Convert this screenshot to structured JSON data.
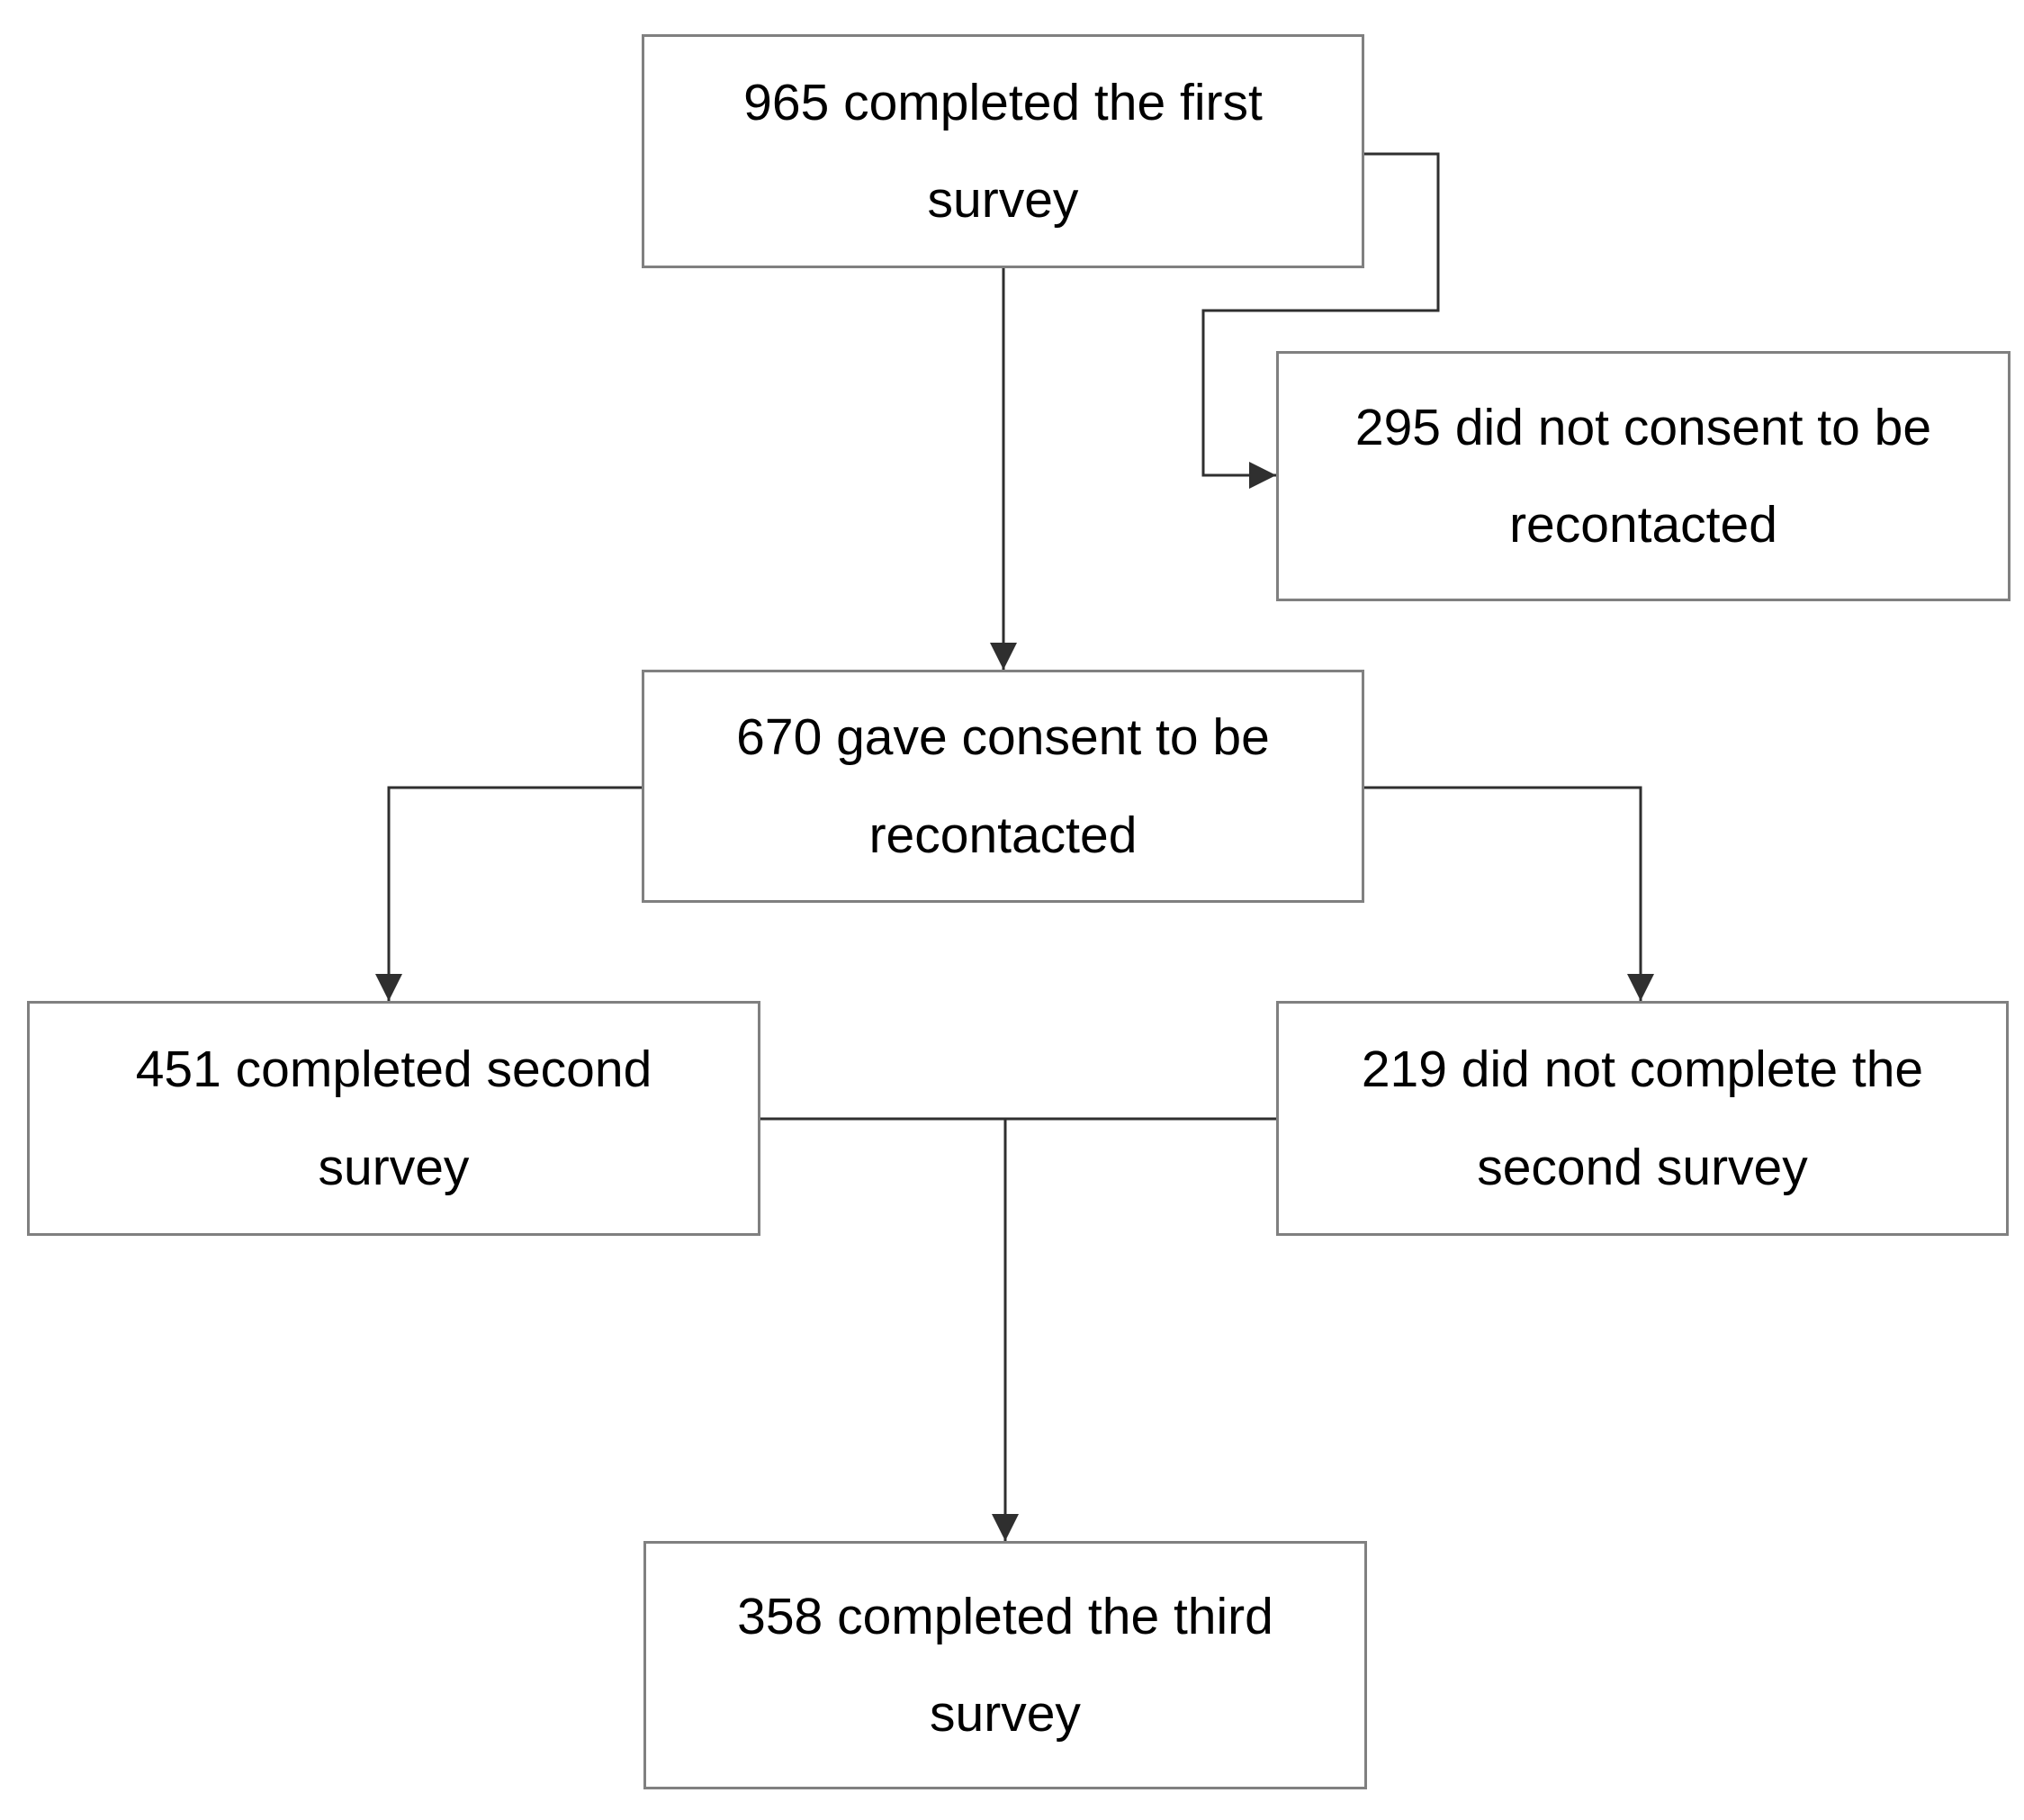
{
  "diagram": {
    "type": "flowchart",
    "boxes": [
      {
        "id": "first-survey",
        "count": "965",
        "lines": [
          "965 completed the first",
          "survey"
        ],
        "label": "965 completed the first survey"
      },
      {
        "id": "no-recontact-consent",
        "count": "295",
        "lines": [
          "295 did not consent to be",
          "recontacted"
        ],
        "label": "295 did not consent to be recontacted"
      },
      {
        "id": "recontact-consent",
        "count": "670",
        "lines": [
          "670 gave consent to be",
          "recontacted"
        ],
        "label": "670 gave consent to be recontacted"
      },
      {
        "id": "second-survey-completed",
        "count": "451",
        "lines": [
          "451 completed second",
          "survey"
        ],
        "label": "451 completed second survey"
      },
      {
        "id": "second-survey-missed",
        "count": "219",
        "lines": [
          "219 did not complete the",
          "second survey"
        ],
        "label": "219 did not complete the second survey"
      },
      {
        "id": "third-survey-completed",
        "count": "358",
        "lines": [
          "358 completed the third",
          "survey"
        ],
        "label": "358 completed the third survey"
      }
    ],
    "edges": [
      {
        "from": "first-survey",
        "to": "recontact-consent"
      },
      {
        "from": "first-survey",
        "to": "no-recontact-consent"
      },
      {
        "from": "recontact-consent",
        "to": "second-survey-completed"
      },
      {
        "from": "recontact-consent",
        "to": "second-survey-missed"
      },
      {
        "from": "second-survey-completed,second-survey-missed",
        "to": "third-survey-completed"
      }
    ],
    "colors": {
      "background": "#ffffff",
      "box_fill": "#ffffff",
      "box_border": "#808080",
      "connector": "#2f2f2f",
      "text": "#000000"
    }
  }
}
